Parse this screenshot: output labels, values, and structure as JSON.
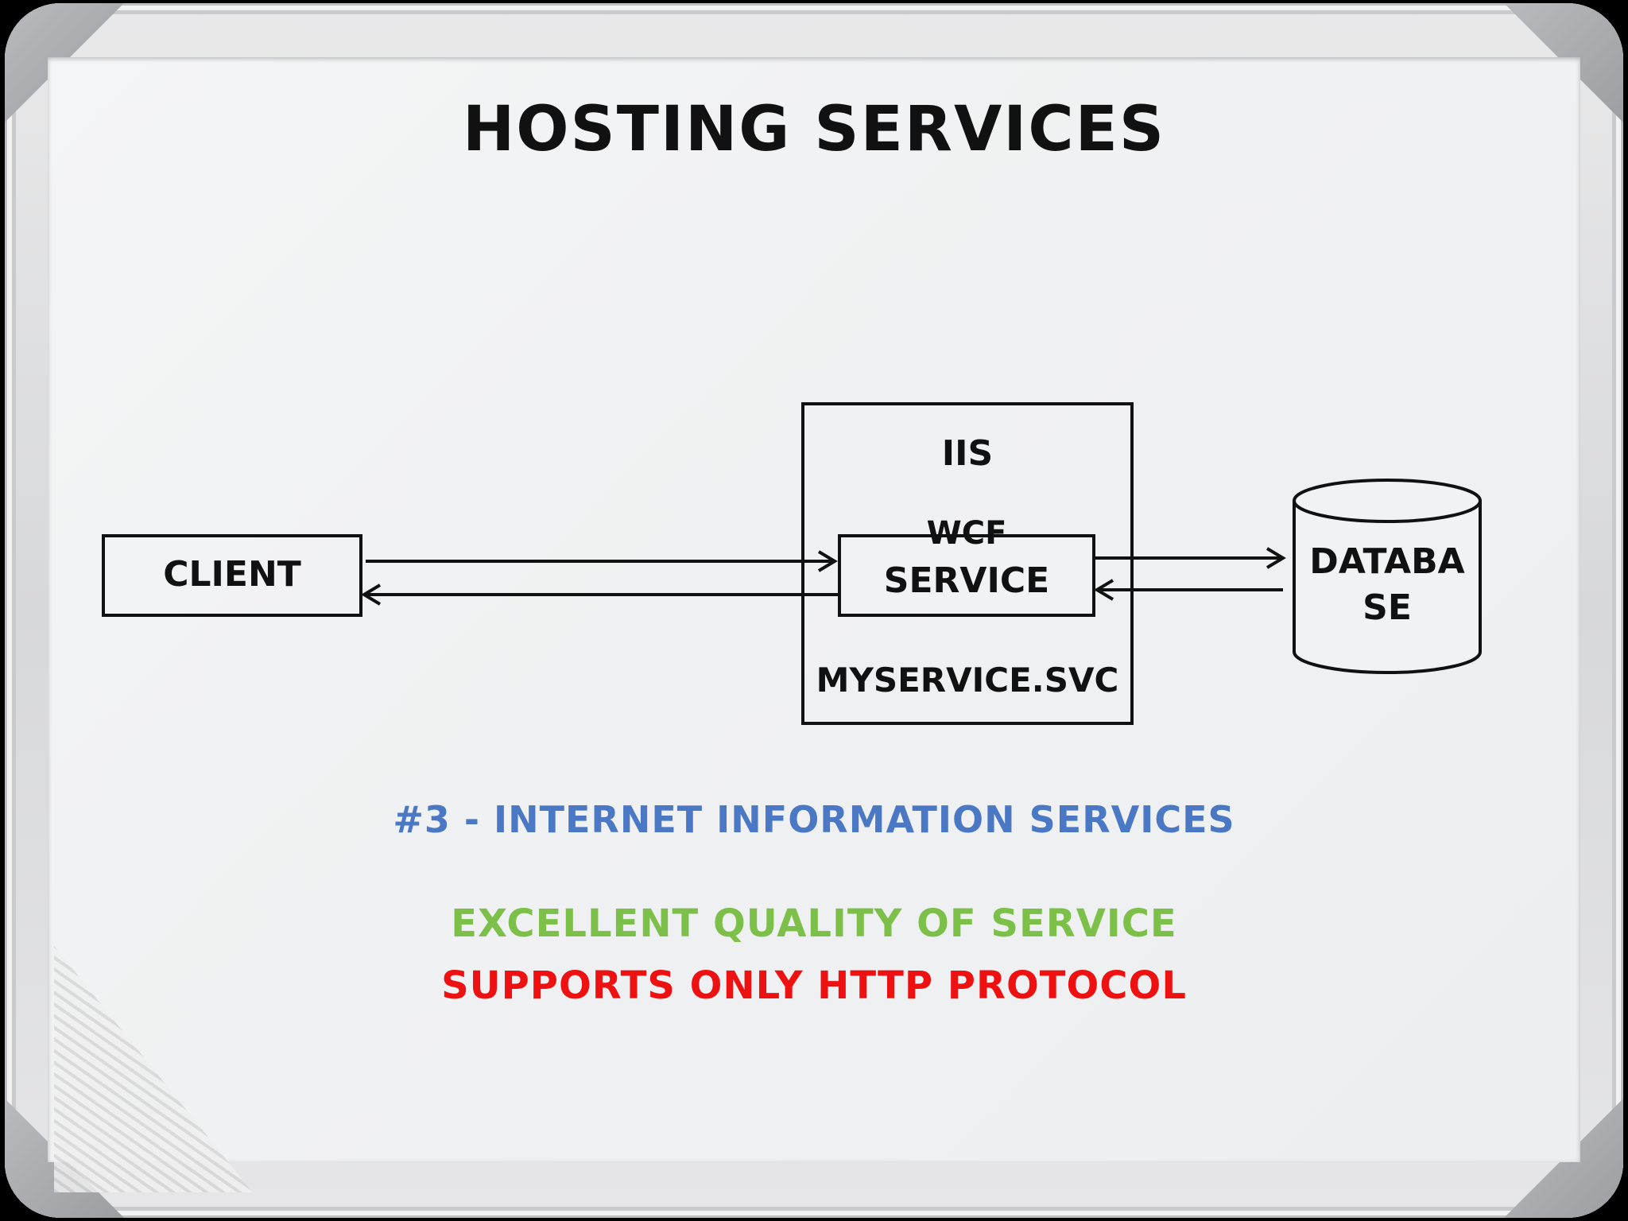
{
  "title": "HOSTING SERVICES",
  "diagram": {
    "client": "CLIENT",
    "host": "IIS",
    "wcf_line1": "WCF",
    "wcf_line2": "SERVICE",
    "svc_file": "MYSERVICE.SVC",
    "database_line1": "DATABA",
    "database_line2": "SE"
  },
  "subtitle": "#3 - INTERNET INFORMATION SERVICES",
  "pro": "EXCELLENT QUALITY OF SERVICE",
  "con": "SUPPORTS ONLY HTTP PROTOCOL",
  "colors": {
    "subtitle": "#4a78c4",
    "pro": "#7cc04a",
    "con": "#ee1111"
  }
}
